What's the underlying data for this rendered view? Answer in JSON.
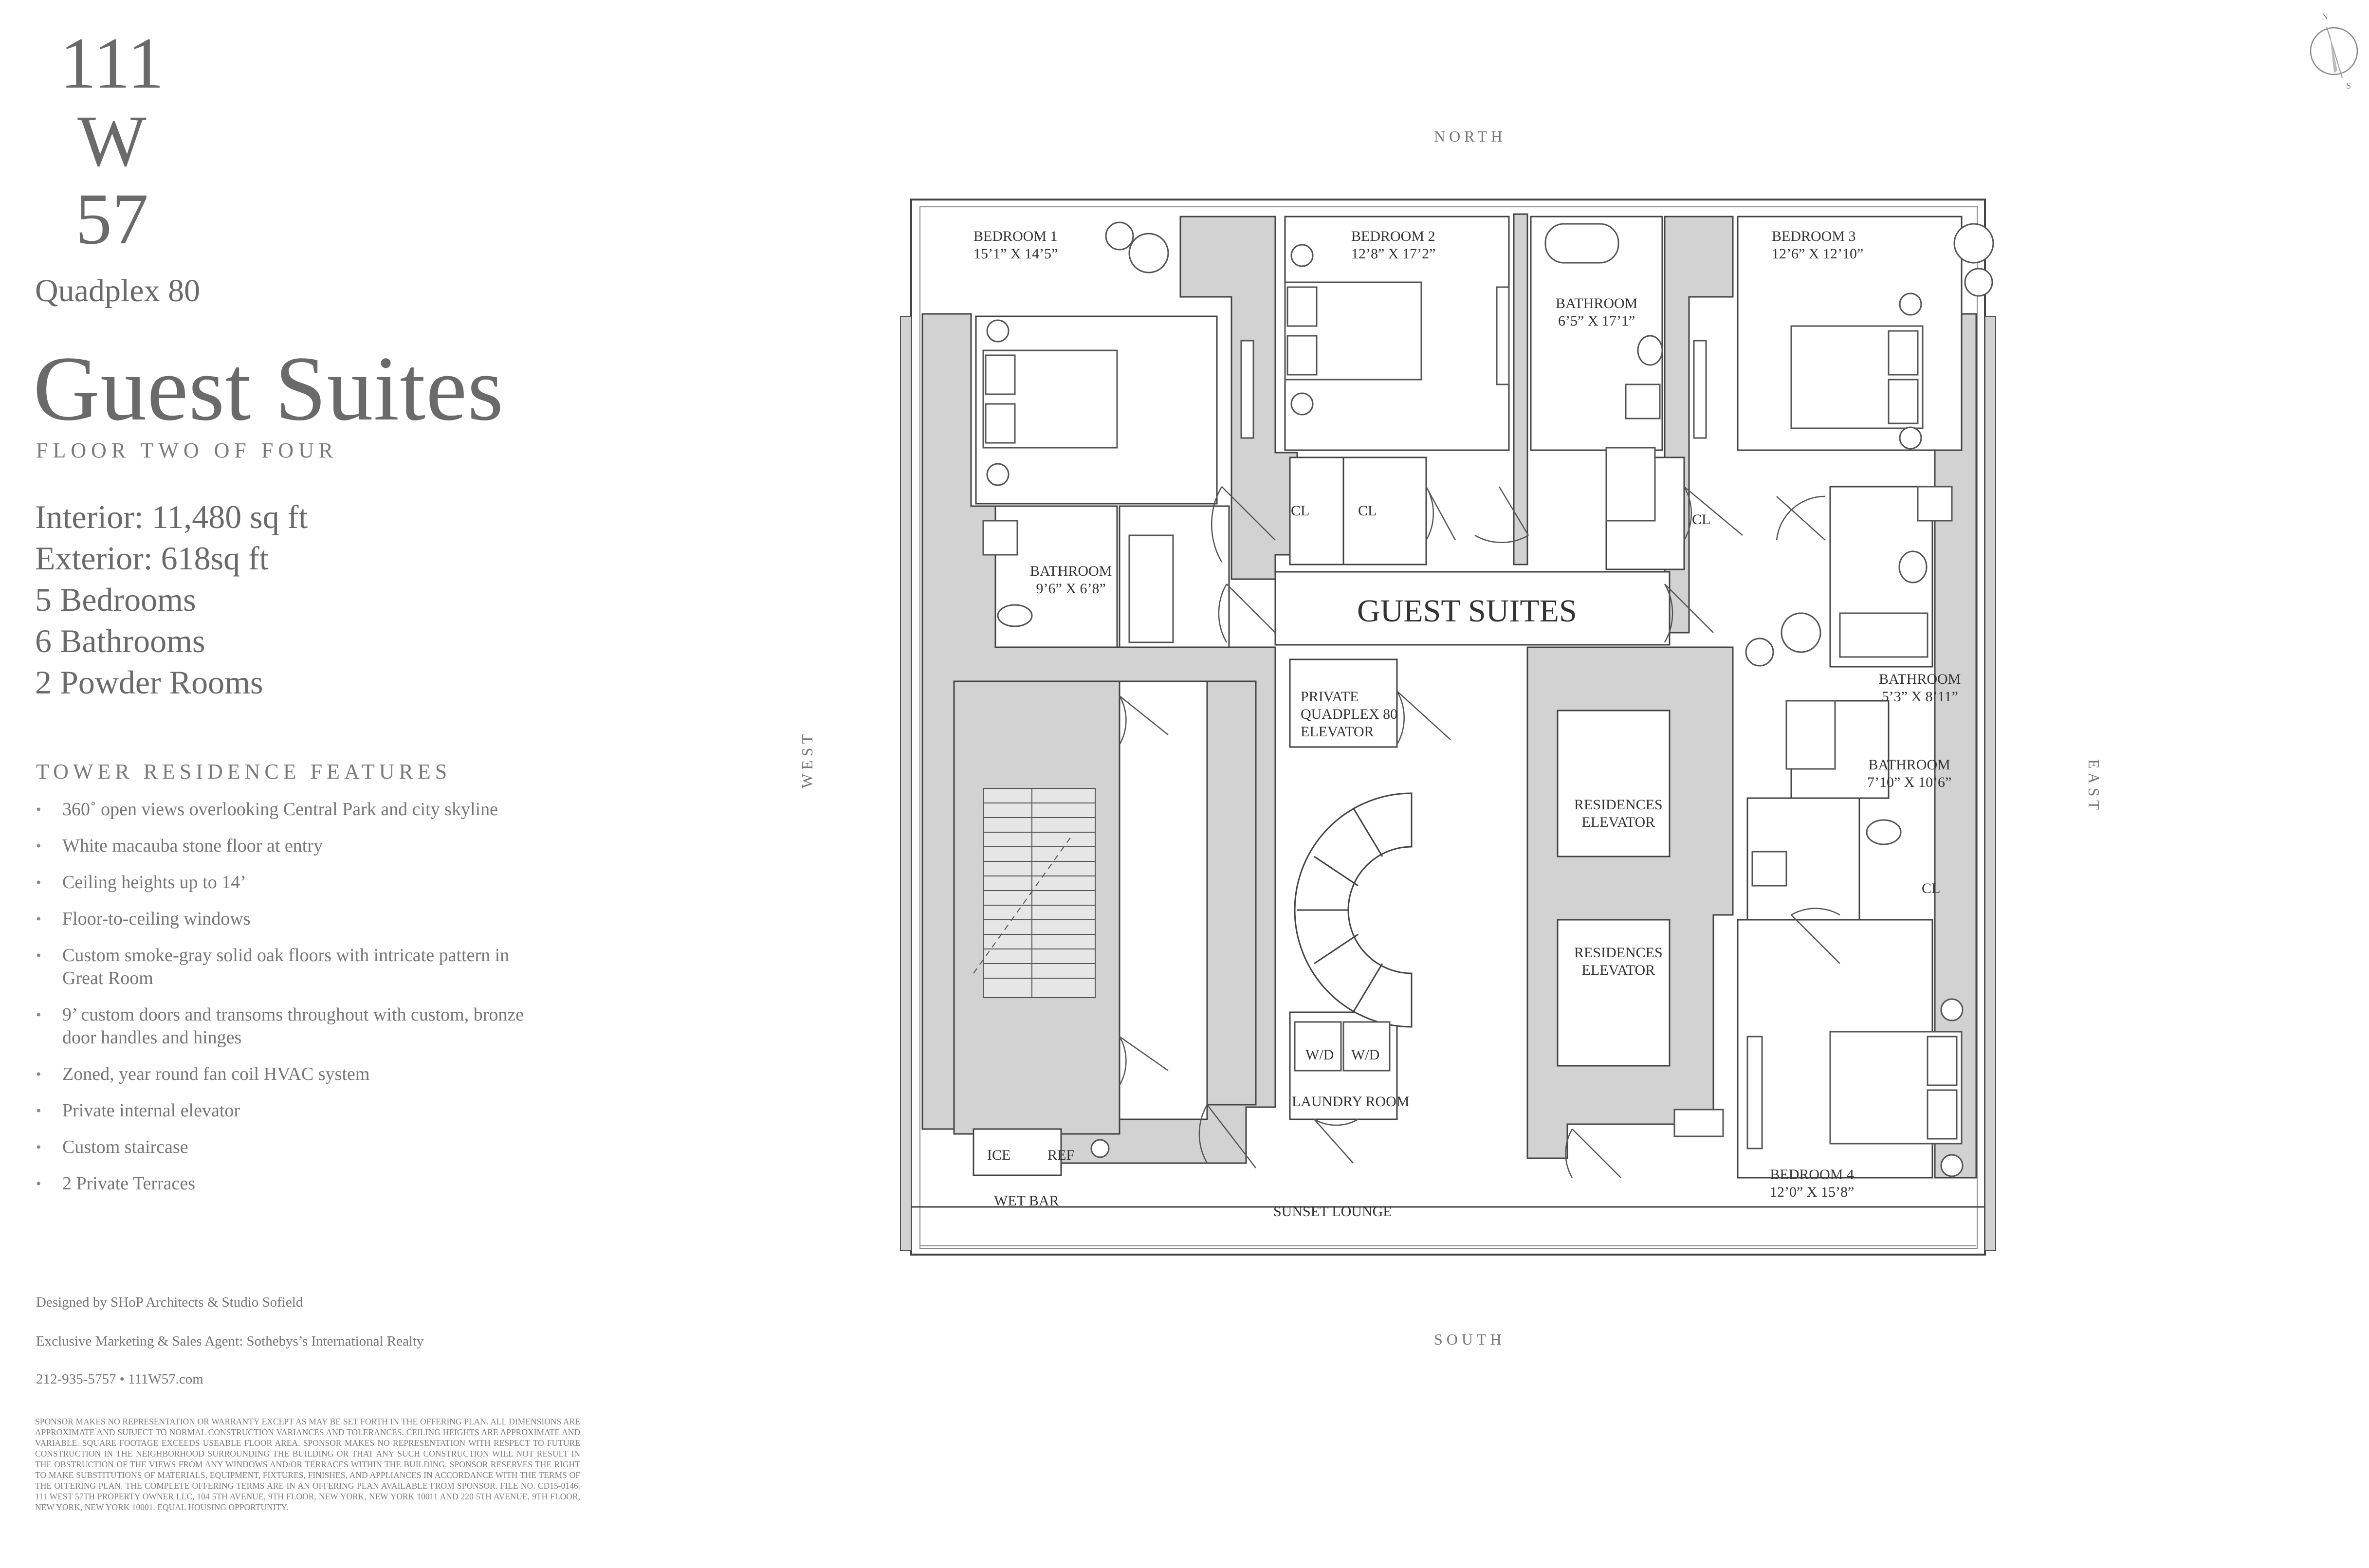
{
  "address": {
    "line1": "111",
    "line2": "W",
    "line3": "57"
  },
  "subtitle": "Quadplex 80",
  "title": "Guest Suites",
  "floor_label": "FLOOR TWO OF FOUR",
  "stats": {
    "interior": "Interior: 11,480 sq ft",
    "exterior": "Exterior: 618sq ft",
    "bedrooms": "5 Bedrooms",
    "bathrooms": "6 Bathrooms",
    "powder": "2 Powder Rooms"
  },
  "features_heading": "TOWER RESIDENCE FEATURES",
  "features": [
    "360˚ open views overlooking Central Park and city skyline",
    "White macauba stone floor at entry",
    "Ceiling heights up to 14’",
    "Floor-to-ceiling windows",
    "Custom smoke-gray solid oak floors with intricate pattern in Great Room",
    "9’ custom doors and transoms throughout with custom, bronze door handles and hinges",
    "Zoned, year round fan coil HVAC system",
    "Private internal elevator",
    "Custom staircase",
    "2 Private Terraces"
  ],
  "credits": {
    "designer": "Designed by SHoP Architects & Studio Sofield",
    "agent": "Exclusive Marketing & Sales Agent: Sothebys’s International Realty",
    "contact": "212-935-5757  •  111W57.com"
  },
  "disclaimer": "Sponsor makes no representation or warranty except as may be set forth in the offering plan. All dimensions are approximate and subject to normal construction variances and tolerances. Ceiling heights are approximate and variable. Square footage exceeds useable floor area. Sponsor makes no representation with respect to future construction in the neighborhood surrounding the building or that any such construction will not result in the obstruction of the views from any windows and/or terraces within the building. Sponsor reserves the right to make substitutions of materials, equipment, fixtures, finishes, and appliances in accordance with the terms of the offering plan. The complete offering terms are in an offering plan available from sponsor. File No. CD15-0146. 111 West 57th Property Owner LLC, 104 5th Avenue, 9th Floor, New York, New York 10011 and 220 5th Avenue, 9th Floor, New York, New York 10001. Equal housing opportunity.",
  "compass": {
    "north": "NORTH",
    "south": "SOUTH",
    "east": "EAST",
    "west": "WEST",
    "rose_n": "N",
    "rose_s": "S"
  },
  "plan": {
    "title": "GUEST SUITES",
    "rooms": {
      "bed1": "BEDROOM 1",
      "bed1_dim": "15’1” X 14’5”",
      "bed2": "BEDROOM 2",
      "bed2_dim": "12’8” X 17’2”",
      "bath_top": "BATHROOM",
      "bath_top_dim": "6’5” X 17’1”",
      "bed3": "BEDROOM 3",
      "bed3_dim": "12’6” X 12’10”",
      "bath1": "BATHROOM",
      "bath1_dim": "9’6” X 6’8”",
      "bath_e1": "BATHROOM",
      "bath_e1_dim": "5’3” X 8’11”",
      "bath_e2": "BATHROOM",
      "bath_e2_dim": "7’10” X 10’6”",
      "cl": "CL",
      "elev_private_1": "PRIVATE",
      "elev_private_2": "QUADPLEX 80",
      "elev_private_3": "ELEVATOR",
      "res_elev_1": "RESIDENCES",
      "res_elev_2": "ELEVATOR",
      "wd": "W/D",
      "laundry": "LAUNDRY ROOM",
      "ice": "ICE",
      "ref": "REF",
      "wet_bar": "WET BAR",
      "sunset": "SUNSET LOUNGE",
      "bed4": "BEDROOM 4",
      "bed4_dim": "12’0” X 15’8”"
    }
  },
  "colors": {
    "wall_fill": "#d2d2d2",
    "line": "#444444",
    "text": "#6b6b6b"
  }
}
